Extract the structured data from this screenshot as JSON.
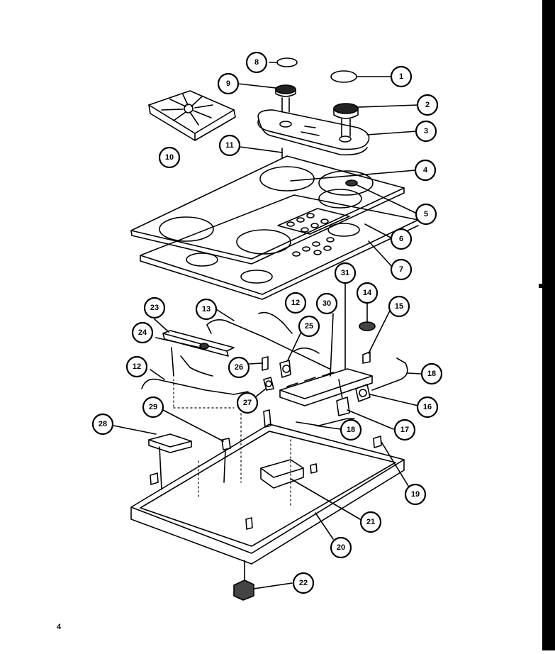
{
  "page_number": "4",
  "callouts": [
    "1",
    "2",
    "3",
    "4",
    "5",
    "6",
    "7",
    "8",
    "9",
    "10",
    "11",
    "12",
    "12",
    "13",
    "14",
    "15",
    "16",
    "17",
    "18",
    "18",
    "19",
    "20",
    "21",
    "22",
    "23",
    "24",
    "25",
    "26",
    "27",
    "28",
    "29",
    "30",
    "31"
  ]
}
